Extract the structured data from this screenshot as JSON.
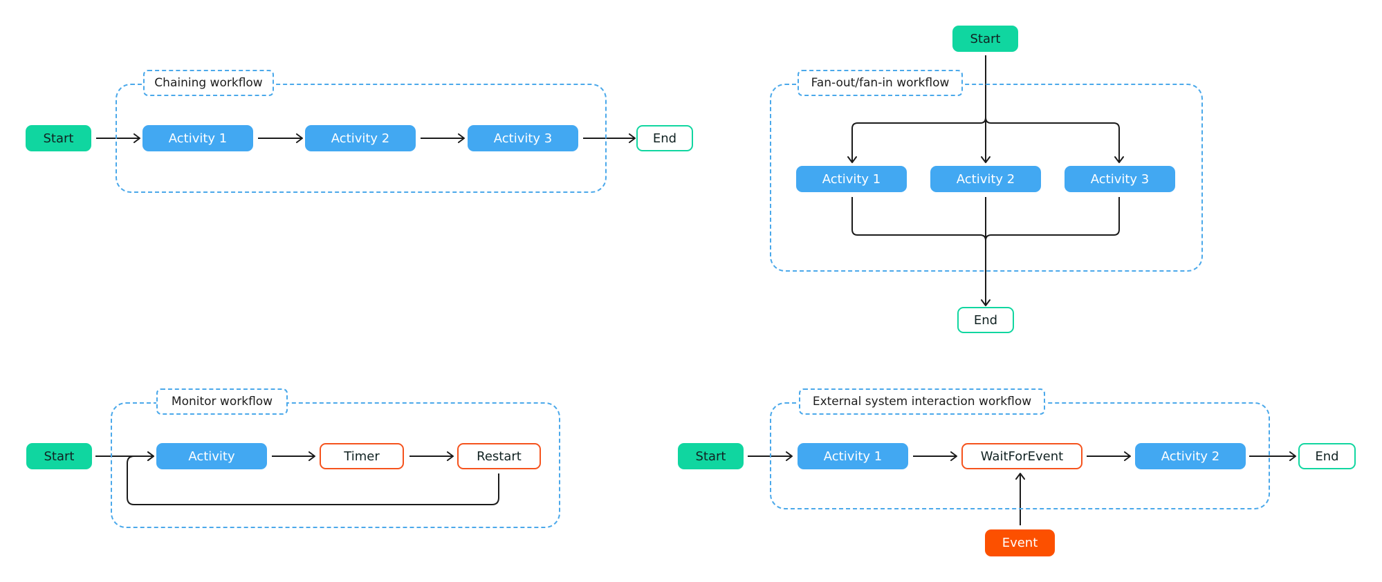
{
  "colors": {
    "start": "#10d6a0",
    "activity": "#42a8f2",
    "accent_orange": "#f5521c",
    "event": "#fc5000",
    "group_border": "#4aa8ea",
    "arrow": "#1a1a1a"
  },
  "chaining": {
    "title": "Chaining workflow",
    "start": "Start",
    "activity1": "Activity 1",
    "activity2": "Activity 2",
    "activity3": "Activity 3",
    "end": "End"
  },
  "fanout": {
    "title": "Fan-out/fan-in workflow",
    "start": "Start",
    "activity1": "Activity 1",
    "activity2": "Activity 2",
    "activity3": "Activity 3",
    "end": "End"
  },
  "monitor": {
    "title": "Monitor workflow",
    "start": "Start",
    "activity": "Activity",
    "timer": "Timer",
    "restart": "Restart"
  },
  "external": {
    "title": "External system interaction workflow",
    "start": "Start",
    "activity1": "Activity 1",
    "wait": "WaitForEvent",
    "activity2": "Activity 2",
    "end": "End",
    "event": "Event"
  }
}
